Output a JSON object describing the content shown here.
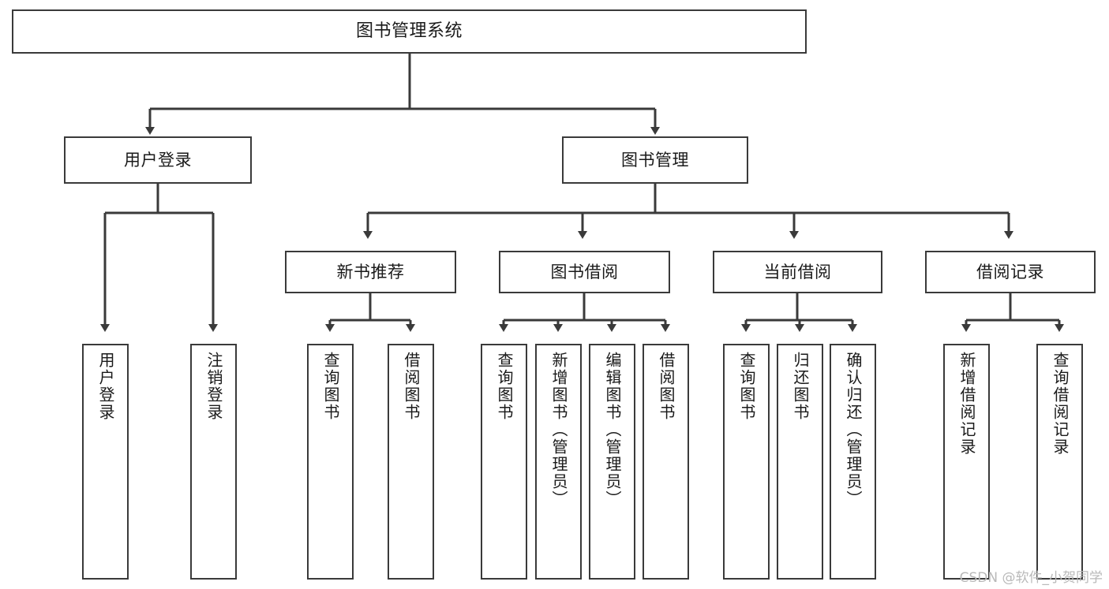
{
  "diagram": {
    "title": "图书管理系统",
    "type": "tree",
    "orientation": "top-down",
    "colors": {
      "background": "#ffffff",
      "node_border": "#3a3a3a",
      "node_fill": "#ffffff",
      "edge": "#3a3a3a",
      "text": "#1a1a1a",
      "watermark": "#b9b9b9"
    }
  },
  "watermark": {
    "text": "CSDN @软件_小贺同学"
  },
  "nodes": {
    "root": {
      "label": "图书管理系统"
    },
    "level2": [
      {
        "id": "user-login",
        "label": "用户登录"
      },
      {
        "id": "book-management",
        "label": "图书管理"
      }
    ],
    "level3": [
      {
        "id": "new-book-recommend",
        "label": "新书推荐"
      },
      {
        "id": "book-borrow",
        "label": "图书借阅"
      },
      {
        "id": "current-borrow",
        "label": "当前借阅"
      },
      {
        "id": "borrow-record",
        "label": "借阅记录"
      }
    ],
    "leaves": {
      "user-login": [
        {
          "id": "leaf-user-login",
          "label": "用户登录"
        },
        {
          "id": "leaf-user-logout",
          "label": "注销登录"
        }
      ],
      "new-book-recommend": [
        {
          "id": "leaf-query-book-1",
          "label": "查询图书"
        },
        {
          "id": "leaf-borrow-book-1",
          "label": "借阅图书"
        }
      ],
      "book-borrow": [
        {
          "id": "leaf-query-book-2",
          "label": "查询图书"
        },
        {
          "id": "leaf-add-book",
          "label": "新增图书（管理员）"
        },
        {
          "id": "leaf-edit-book",
          "label": "编辑图书（管理员）"
        },
        {
          "id": "leaf-borrow-book-2",
          "label": "借阅图书"
        }
      ],
      "current-borrow": [
        {
          "id": "leaf-query-book-3",
          "label": "查询图书"
        },
        {
          "id": "leaf-return-book",
          "label": "归还图书"
        },
        {
          "id": "leaf-confirm-return",
          "label": "确认归还（管理员）"
        }
      ],
      "borrow-record": [
        {
          "id": "leaf-add-record",
          "label": "新增借阅记录"
        },
        {
          "id": "leaf-query-record",
          "label": "查询借阅记录"
        }
      ]
    }
  }
}
